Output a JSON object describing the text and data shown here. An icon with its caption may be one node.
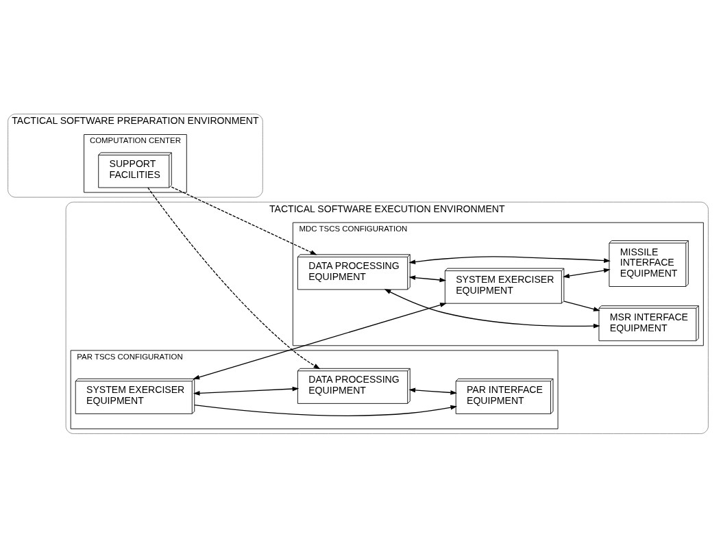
{
  "diagram": {
    "nodes": [
      {
        "text": [
          "TACTICAL SOFTWARE PREPARATION ENVIRONMENT"
        ]
      },
      {
        "text": [
          "COMPUTATION CENTER"
        ],
        "in": 0
      },
      {
        "text": [
          "SUPPORT FACILITIES"
        ],
        "in": 1
      },
      {
        "text": [
          "TACTICAL SOFTWARE EXECUTION ENVIRONMENT"
        ]
      },
      {
        "text": [
          "MDC TSCS CONFIGURATION"
        ],
        "in": 3
      },
      {
        "text": [
          "DATA PROCESSING EQUIPMENT"
        ],
        "in": 4
      },
      {
        "text": [
          "MSR INTERFACE EQUIPMENT"
        ],
        "in": 4
      },
      {
        "text": [
          "MISSILE INTERFACE EQUIPMENT"
        ],
        "in": 4
      },
      {
        "text": [
          "SYSTEM EXERCISER EQUIPMENT"
        ],
        "in": 4
      },
      {
        "text": [
          "PAR TSCS CONFIGURATION"
        ],
        "in": 3
      },
      {
        "text": [
          "SYSTEM EXERCISER EQUIPMENT"
        ],
        "in": 9
      },
      {
        "text": [
          "DATA PROCESSING EQUIPMENT"
        ],
        "in": 9
      },
      {
        "text": [
          "PAR INTERFACE EQUIPMENT"
        ],
        "in": 9
      }
    ],
    "edges": [
      {
        "from": 2,
        "to": 5,
        "arrow": "to",
        "style": "dashed"
      },
      {
        "from": 2,
        "to": 11,
        "arrow": "to",
        "style": "dashed"
      },
      {
        "from": 5,
        "to": 6,
        "arrow": "both"
      },
      {
        "from": 5,
        "to": 7,
        "arrow": "both"
      },
      {
        "from": 5,
        "to": 8,
        "arrow": "both"
      },
      {
        "from": 8,
        "to": 7,
        "arrow": "both"
      },
      {
        "from": 8,
        "to": 6,
        "arrow": "to"
      },
      {
        "from": 8,
        "to": 10,
        "arrow": "both"
      },
      {
        "from": 10,
        "to": 11,
        "arrow": "both"
      },
      {
        "from": 10,
        "to": 12,
        "arrow": "to"
      },
      {
        "from": 11,
        "to": 12,
        "arrow": "both"
      }
    ]
  }
}
